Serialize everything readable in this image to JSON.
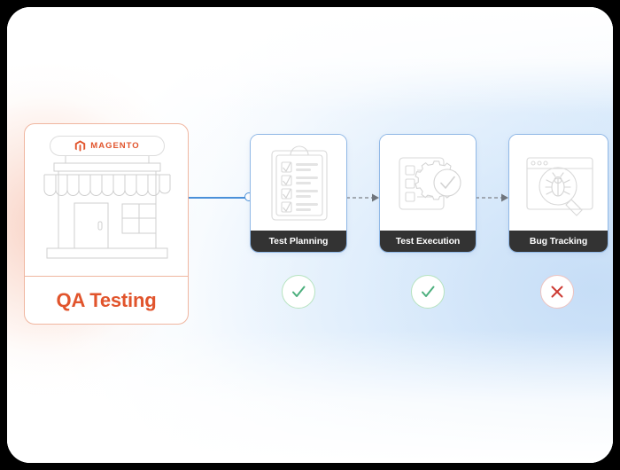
{
  "frame": {
    "background_outer": "#000000",
    "background_inner": "#ffffff",
    "accent_blue": "#4a90d9",
    "accent_orange": "#e1542c",
    "label_bar": "#333333"
  },
  "source_card": {
    "name": "magento-store-card",
    "sign_text": "MAGENTO",
    "sign_icon": "magento-hexagon-icon",
    "illustration": "storefront-illustration",
    "label": "QA Testing",
    "label_color": "#e1542c",
    "border_color": "#f0b6a0"
  },
  "pipeline": {
    "stages": [
      {
        "id": "test-planning",
        "label": "Test Planning",
        "icon": "clipboard-checklist-icon",
        "status": "pass",
        "status_icon": "check-icon",
        "status_color": "#4caf7d"
      },
      {
        "id": "test-execution",
        "label": "Test Execution",
        "icon": "document-gear-check-icon",
        "status": "pass",
        "status_icon": "check-icon",
        "status_color": "#4caf7d"
      },
      {
        "id": "bug-tracking",
        "label": "Bug Tracking",
        "icon": "browser-bug-magnifier-icon",
        "status": "fail",
        "status_icon": "cross-icon",
        "status_color": "#cc3a33"
      }
    ],
    "connectors": [
      {
        "id": "store-to-planning",
        "style": "solid",
        "color": "#4a90d9",
        "endpoint": "circle-node"
      },
      {
        "id": "planning-to-execution",
        "style": "dashed",
        "color": "#8d9299",
        "endpoint": "arrow-head"
      },
      {
        "id": "execution-to-tracking",
        "style": "dashed",
        "color": "#8d9299",
        "endpoint": "arrow-head"
      }
    ]
  }
}
